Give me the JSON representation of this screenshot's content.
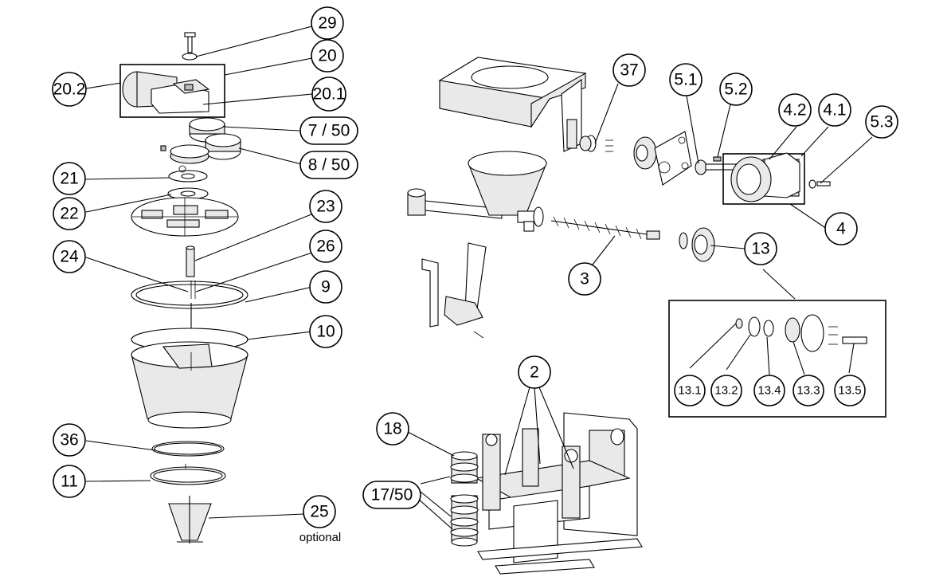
{
  "callouts": {
    "c29": "29",
    "c20": "20",
    "c20_2": "20.2",
    "c20_1": "20.1",
    "c7_50": "7 / 50",
    "c8_50": "8 / 50",
    "c21": "21",
    "c22": "22",
    "c23": "23",
    "c24": "24",
    "c26": "26",
    "c9": "9",
    "c10": "10",
    "c36": "36",
    "c11": "11",
    "c25": "25",
    "c37": "37",
    "c5_1": "5.1",
    "c5_2": "5.2",
    "c4_2": "4.2",
    "c4_1": "4.1",
    "c5_3": "5.3",
    "c4": "4",
    "c13": "13",
    "c3": "3",
    "c13_1": "13.1",
    "c13_2": "13.2",
    "c13_4": "13.4",
    "c13_3": "13.3",
    "c13_5": "13.5",
    "c2": "2",
    "c18": "18",
    "c17_50": "17/50"
  },
  "notes": {
    "optional": "optional"
  }
}
